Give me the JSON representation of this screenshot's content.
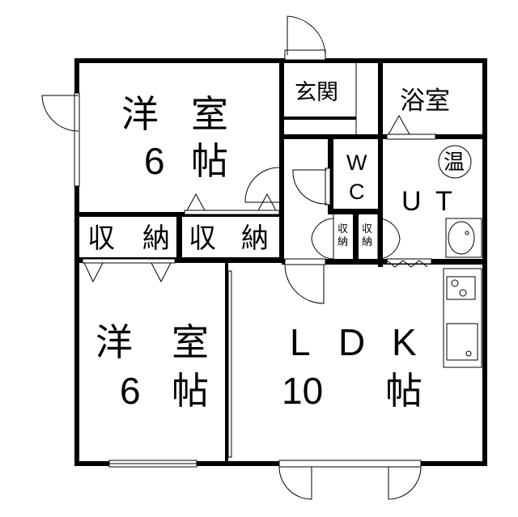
{
  "rooms": {
    "western_room_top": {
      "char1": "洋",
      "char2": "室",
      "size": "6",
      "unit": "帖"
    },
    "closet_left": {
      "char1": "収",
      "char2": "納"
    },
    "closet_right": {
      "char1": "収",
      "char2": "納"
    },
    "entrance": {
      "label": "玄関"
    },
    "bathroom": {
      "label": "浴室"
    },
    "water_heater": {
      "label": "温"
    },
    "toilet": {
      "char1": "W",
      "char2": "C"
    },
    "utility": {
      "char1": "U",
      "char2": "T"
    },
    "small_closet_1": {
      "char1": "収",
      "char2": "納"
    },
    "small_closet_2": {
      "char1": "収",
      "char2": "納"
    },
    "western_room_bottom": {
      "char1": "洋",
      "char2": "室",
      "size": "6",
      "unit": "帖"
    },
    "ldk": {
      "char1": "L",
      "char2": "D",
      "char3": "K",
      "size": "10",
      "unit": "帖"
    }
  },
  "colors": {
    "wall": "#000000",
    "background": "#ffffff"
  }
}
